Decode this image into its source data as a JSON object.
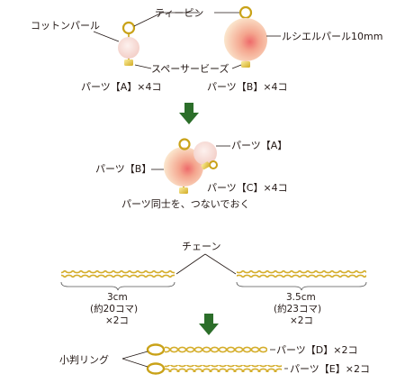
{
  "colors": {
    "arrow": "#2c6e2a",
    "gold_light": "#f6e27a",
    "gold_dark": "#c9a218",
    "pearl_light": "#fbe7e3",
    "pearl_dark": "#f2b9b0",
    "lucite_light": "#fbe3c8",
    "lucite_core": "#ee6b6b",
    "bracket": "#555555"
  },
  "labels": {
    "cotton_pearl": "コットンパール",
    "tpin": "ティーピン",
    "lucite_pearl": "ルシエルパール10mm",
    "spacer_beads": "スペーサービーズ",
    "parts_a_qty": "パーツ【A】×4コ",
    "parts_b_qty": "パーツ【B】×4コ",
    "parts_a": "パーツ【A】",
    "parts_b": "パーツ【B】",
    "parts_c_qty": "パーツ【C】×4コ",
    "connect_note": "パーツ同士を、つないでおく",
    "chain": "チェーン",
    "chain_left_len": "3cm",
    "chain_left_coma": "(約20コマ)",
    "chain_left_qty": "×2コ",
    "chain_right_len": "3.5cm",
    "chain_right_coma": "(約23コマ)",
    "chain_right_qty": "×2コ",
    "jump_ring": "小判リング",
    "parts_d_qty": "パーツ【D】×2コ",
    "parts_e_qty": "パーツ【E】×2コ"
  }
}
